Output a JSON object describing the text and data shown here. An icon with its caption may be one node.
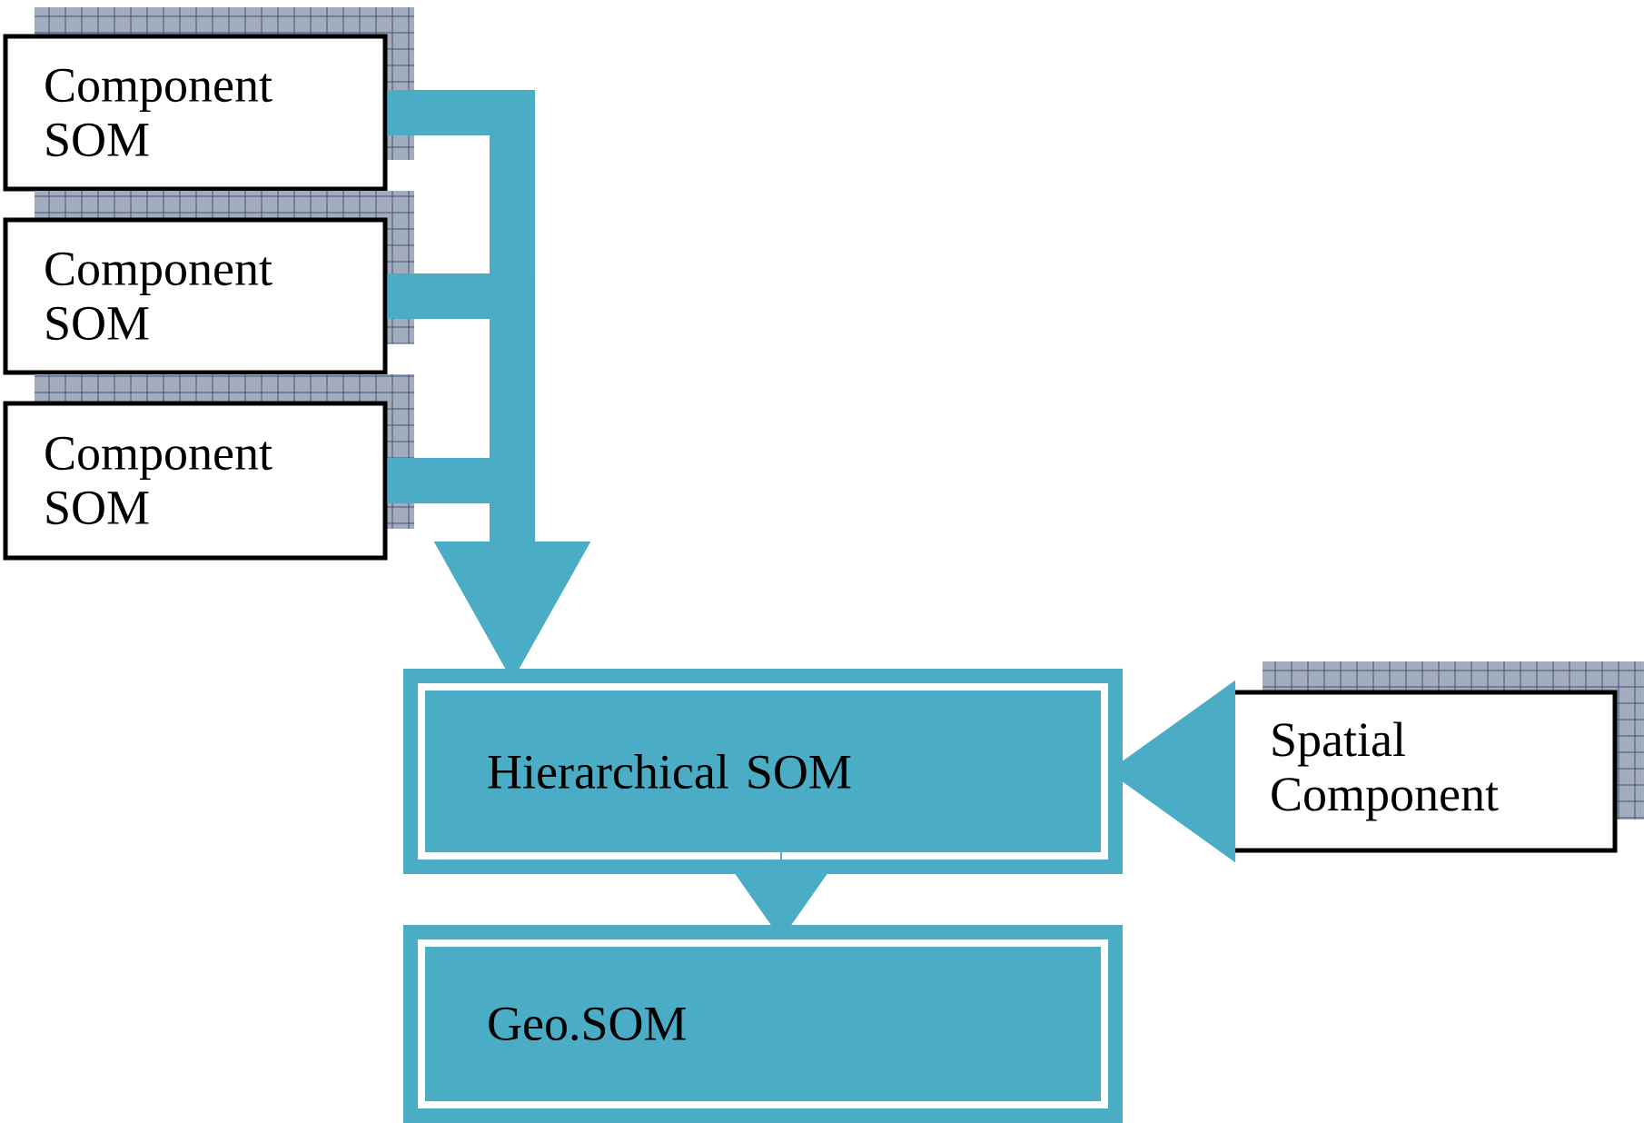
{
  "diagram": {
    "nodes": [
      {
        "text": [
          "Component SOM"
        ]
      },
      {
        "text": [
          "Component SOM"
        ]
      },
      {
        "text": [
          "Component SOM"
        ]
      },
      {
        "text": [
          "Hierarchical SOM"
        ]
      },
      {
        "text": [
          "Spatial Component"
        ]
      },
      {
        "text": [
          "Geo.SOM"
        ]
      }
    ],
    "edges": [
      {
        "from": 0,
        "to": 3,
        "arrow": "to"
      },
      {
        "from": 1,
        "to": 3,
        "arrow": "to"
      },
      {
        "from": 2,
        "to": 3,
        "arrow": "to"
      },
      {
        "from": 4,
        "to": 3,
        "arrow": "to"
      },
      {
        "from": 3,
        "to": 5,
        "arrow": "to"
      }
    ]
  }
}
